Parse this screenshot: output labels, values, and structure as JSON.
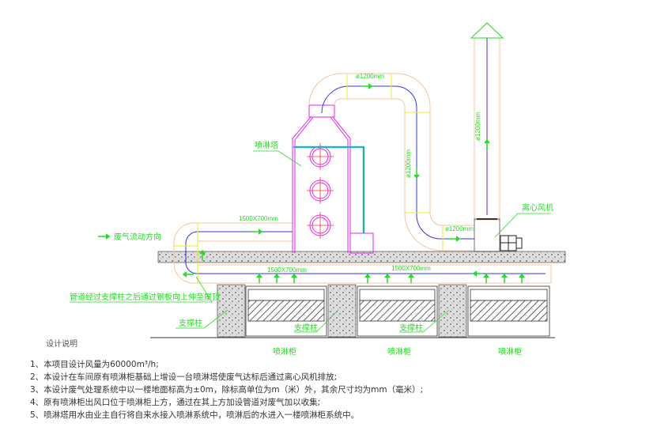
{
  "labels": {
    "tower": "喷淋塔",
    "fan": "离心风机",
    "flow_direction": "废气流动方向",
    "pipe_note": "管道经过支撑柱之后通过钢板向上伸至屋顶",
    "column_1": "支撑柱",
    "column_2": "支撑柱",
    "column_3": "支撑柱",
    "cabinet_1": "喷淋柜",
    "cabinet_2": "喷淋柜",
    "cabinet_3": "喷淋柜"
  },
  "dimensions": {
    "upper_duct": "1500X700mm",
    "lower_duct_1": "1500X700mm",
    "lower_duct_2": "1500X700mm",
    "top_pipe": "ø1200mm",
    "vertical_pipe": "ø1200mm",
    "fan_inlet": "ø1200mm",
    "stack": "ø1200mm"
  },
  "notes": {
    "title": "设计说明",
    "items": [
      "1、本项目设计风量为60000m³/h;",
      "2、本设计在车间原有喷淋柜基础上增设一台喷淋塔使废气达标后通过离心风机排放;",
      "3、本设计废气处理系统中以一楼地面标高为±0m，除标高单位为m（米）外，其余尺寸均为mm（毫米）;",
      "4、原有喷淋柜出风口位于喷淋柜上方，通过在其上方加设管道对废气加以收集;",
      "5、喷淋塔用水由业主自行将自来水接入喷淋系统中，喷淋后的水进入一楼喷淋柜系统中。"
    ]
  },
  "colors": {
    "duct": "#f5c49a",
    "center": "#3333ee",
    "tower": "#ee22ee",
    "label": "#22dd22",
    "cyan": "#22dddd"
  }
}
